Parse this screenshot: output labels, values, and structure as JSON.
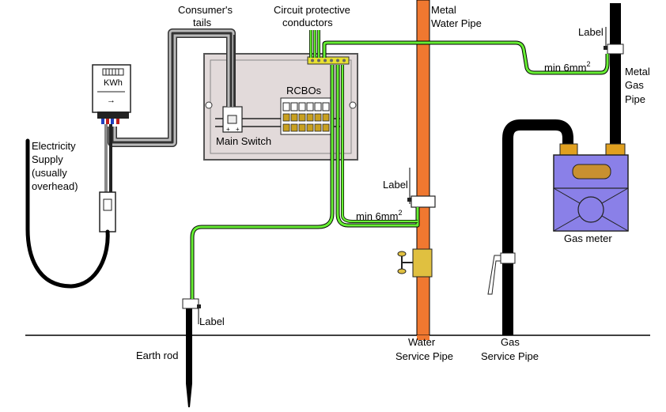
{
  "labels": {
    "consumers_tails": [
      "Consumer's",
      "tails"
    ],
    "circuit_protective_conductors": [
      "Circuit protective",
      "conductors"
    ],
    "metal_water_pipe": [
      "Metal",
      "Water Pipe"
    ],
    "label_gas_top": "Label",
    "min6_gas": "min 6mm",
    "metal_gas_pipe": [
      "Metal",
      "Gas",
      "Pipe"
    ],
    "kwh": "KWh",
    "rcbos": "RCBOs",
    "main_switch": "Main Switch",
    "electricity_supply": [
      "Electricity",
      "Supply",
      "(usually",
      "overhead)"
    ],
    "label_water": "Label",
    "min6_water": "min 6mm",
    "superscript": "2",
    "gas_meter": "Gas meter",
    "label_earth": "Label",
    "earth_rod": "Earth rod",
    "water_service_pipe": [
      "Water",
      "Service Pipe"
    ],
    "gas_service_pipe": [
      "Gas",
      "Service Pipe"
    ]
  },
  "colors": {
    "earth_conductor": "#66ee33",
    "water_pipe": "#f07830",
    "gas_meter": "#8a80e8",
    "gas_pipe": "#000000",
    "consumer_unit": "#e4dcdc",
    "brass": "#d8b830"
  }
}
